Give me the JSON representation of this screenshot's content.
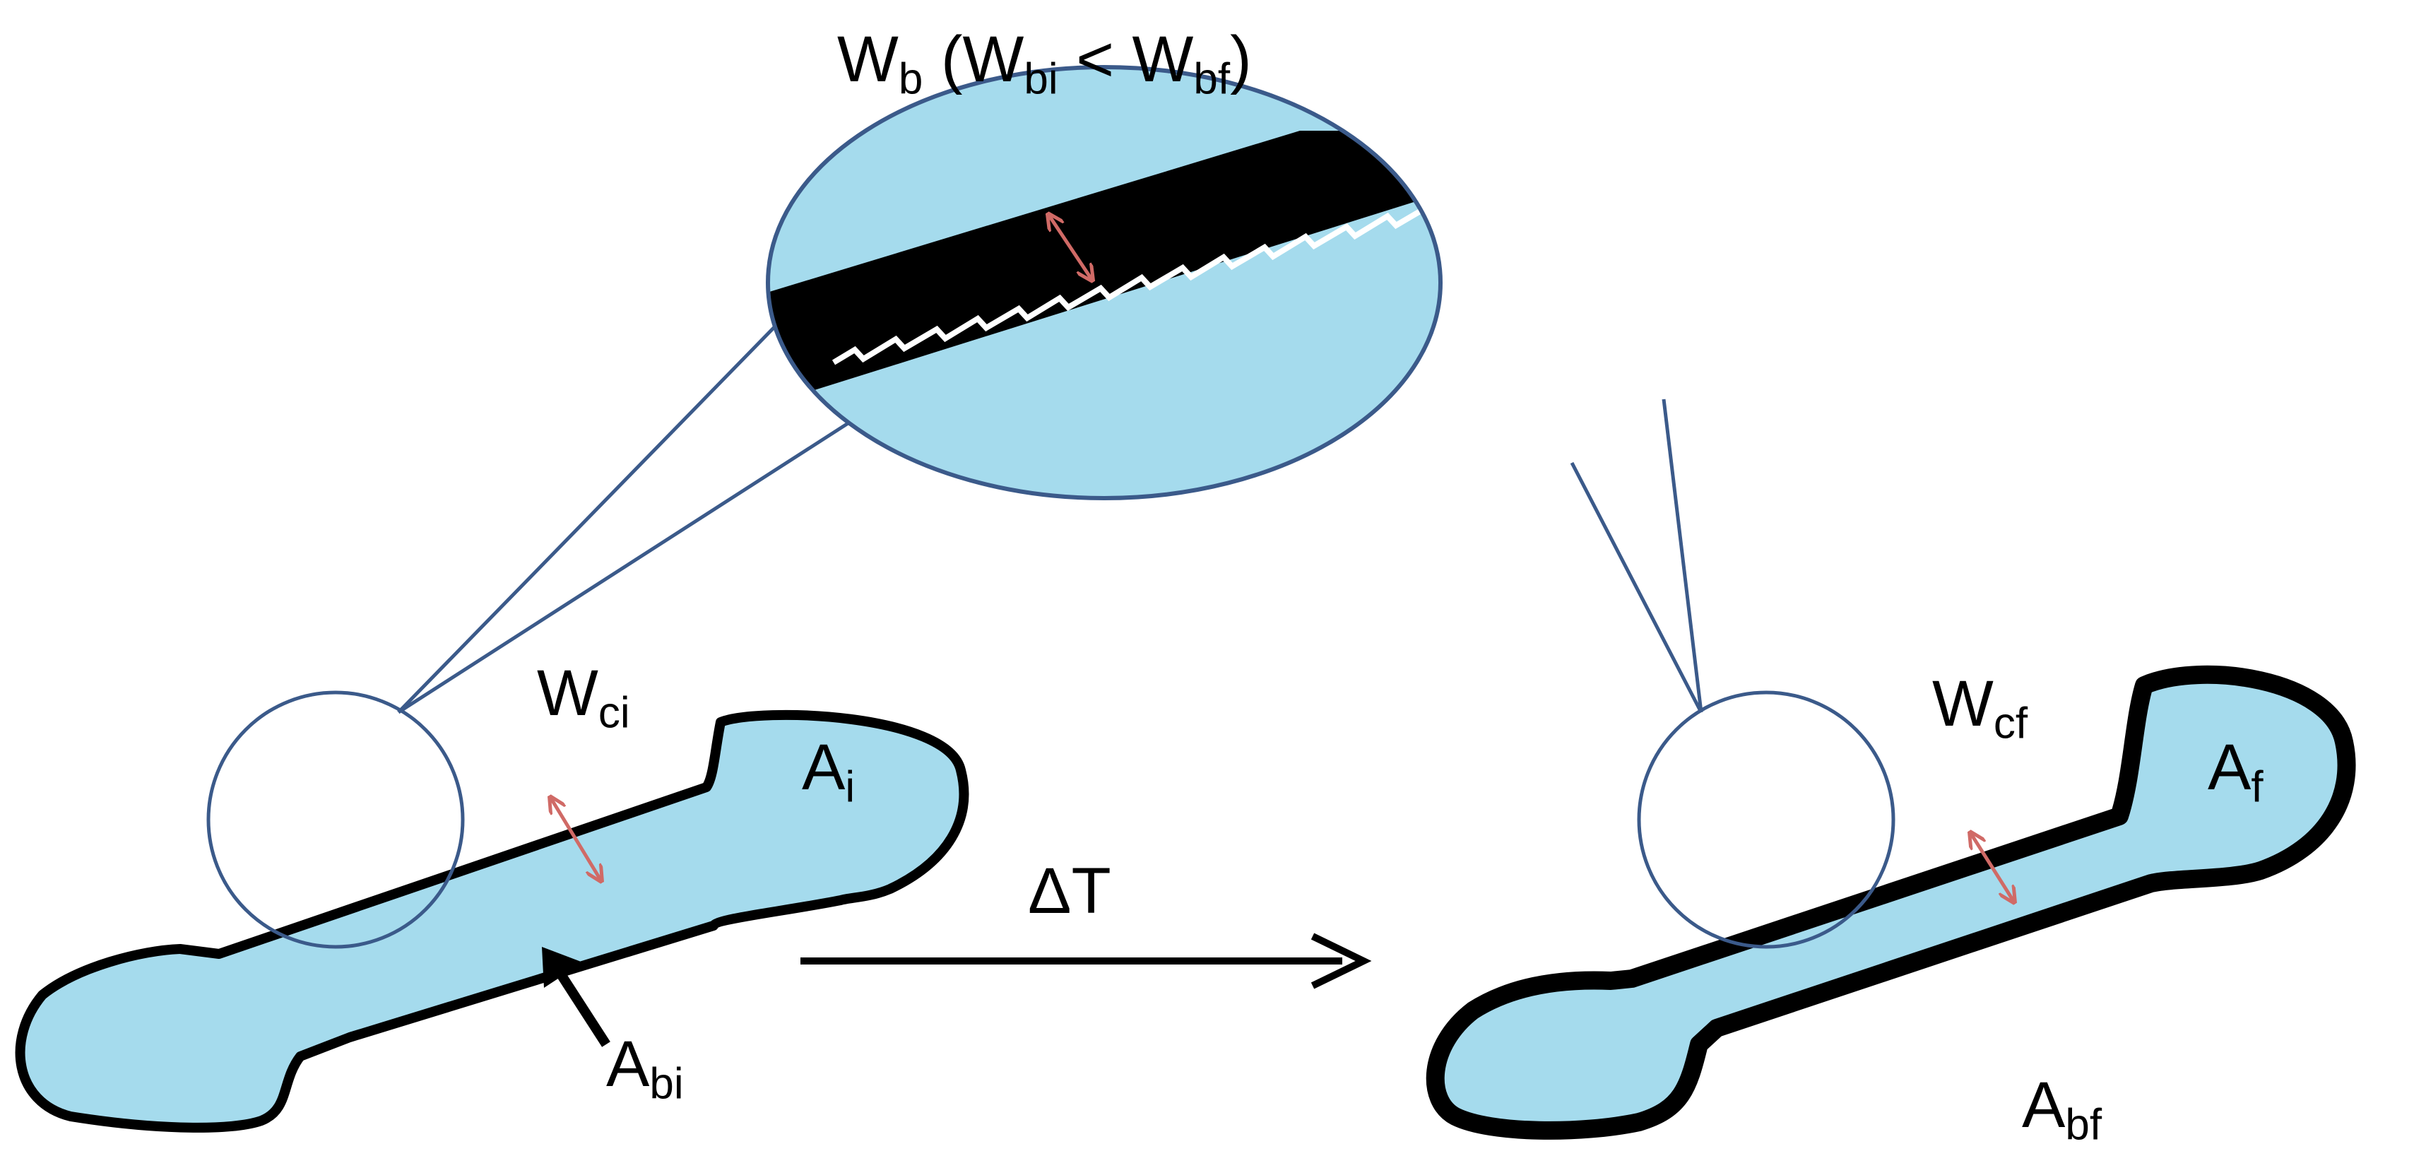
{
  "colors": {
    "fill": "#a5dbed",
    "outline": "#000000",
    "zoom_ring": "#3b5a8a",
    "indicator": "#d06a66",
    "background": "#ffffff"
  },
  "labels": {
    "wb_main": "W",
    "wb_main_sub": "b",
    "wb_paren_open": " (",
    "wbi": "W",
    "wbi_sub": "bi",
    "less_than": " < ",
    "wbf": "W",
    "wbf_sub": "bf",
    "wb_paren_close": ")",
    "wci": "W",
    "wci_sub": "ci",
    "ai": "A",
    "ai_sub": "i",
    "abi": "A",
    "abi_sub": "bi",
    "delta_t": "ΔT",
    "wcf": "W",
    "wcf_sub": "cf",
    "af": "A",
    "af_sub": "f",
    "abf": "A",
    "abf_sub": "bf"
  },
  "icons": {
    "width_indicator": "double-headed-arrow",
    "process_arrow": "right-arrow",
    "pointer_arrow": "diagonal-arrow"
  }
}
